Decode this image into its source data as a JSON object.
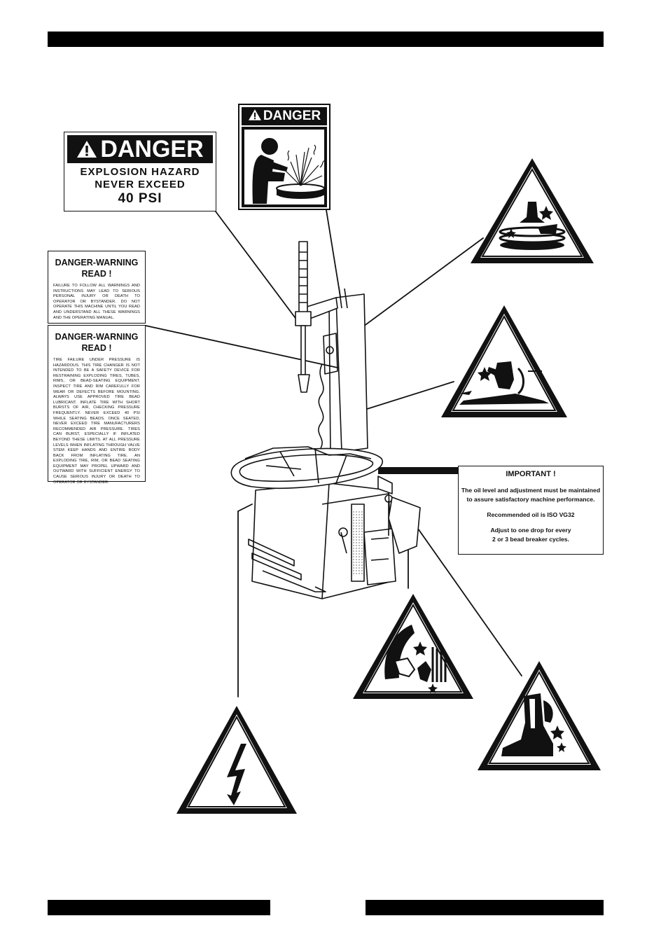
{
  "header_bar": "",
  "danger_explosion": {
    "heading": "DANGER",
    "line1": "EXPLOSION HAZARD",
    "line2": "NEVER EXCEED",
    "line3": "40 PSI"
  },
  "danger_pictogram": {
    "heading": "DANGER"
  },
  "warning_read_1": {
    "title_line1": "DANGER-WARNING",
    "title_line2": "READ !",
    "body": "FAILURE TO FOLLOW ALL WARNINGS AND INSTRUCTIONS MAY LEAD TO SERIOUS PERSONAL INJURY OR DEATH TO OPERATOR OR BYSTANDER. DO NOT OPERATE THIS MACHINE UNTIL YOU READ AND UNDERSTAND ALL THESE WARNINGS AND THE OPERATING MANUAL."
  },
  "warning_read_2": {
    "title_line1": "DANGER-WARNING",
    "title_line2": "READ !",
    "body": "TIRE FAILURE UNDER PRESSURE IS HAZARDOUS. THIS TIRE CHANGER IS NOT INTENDED TO BE A SAFETY DEVICE FOR RESTRAINING EXPLODING TIRES, TUBES, RIMS, OR BEAD-SEATING EQUIPMENT. INSPECT TIRE AND RIM CAREFULLY FOR WEAR OR DEFECTS BEFORE MOUNTING. ALWAYS USE APPROVED TIRE BEAD LUBRICANT. INFLATE TIRE WITH SHORT BURSTS OF AIR, CHECKING PRESSURE FREQUENTLY. NEVER EXCEED 40 PSI WHILE SEATING BEADS. ONCE SEATED, NEVER EXCEED TIRE MANUFACTURERS RECOMMENDED AIR PRESSURE. TIRES CAN BURST, ESPECIALLY IF INFLATED BEYOND THESE LIMITS. AT ALL PRESSURE LEVELS WHEN INFLATING THROUGH VALVE STEM KEEP HANDS AND ENTIRE BODY BACK FROM INFLATING TIRE. AN EXPLODING TIRE, RIM, OR BEAD SEATING EQUIPMENT MAY PROPEL UPWARD AND OUTWARD WITH SUFFICIENT ENERGY TO CAUSE SERIOUS INJURY OR DEATH TO OPERATOR OR BYSTANDER."
  },
  "important": {
    "title": "IMPORTANT !",
    "line1": "The oil level and adjustment must be maintained",
    "line2": "to assure satisfactory machine performance.",
    "line3": "Recommended oil is ISO VG32",
    "line4": "Adjust to one drop for every",
    "line5": "2 or 3 bead breaker cycles."
  },
  "icons": [
    "crush-hazard-icon",
    "hand-pinch-hazard-icon",
    "arm-entanglement-hazard-icon",
    "foot-crush-hazard-icon",
    "electric-shock-hazard-icon",
    "tire-explosion-pictogram-icon",
    "warning-triangle-icon"
  ]
}
